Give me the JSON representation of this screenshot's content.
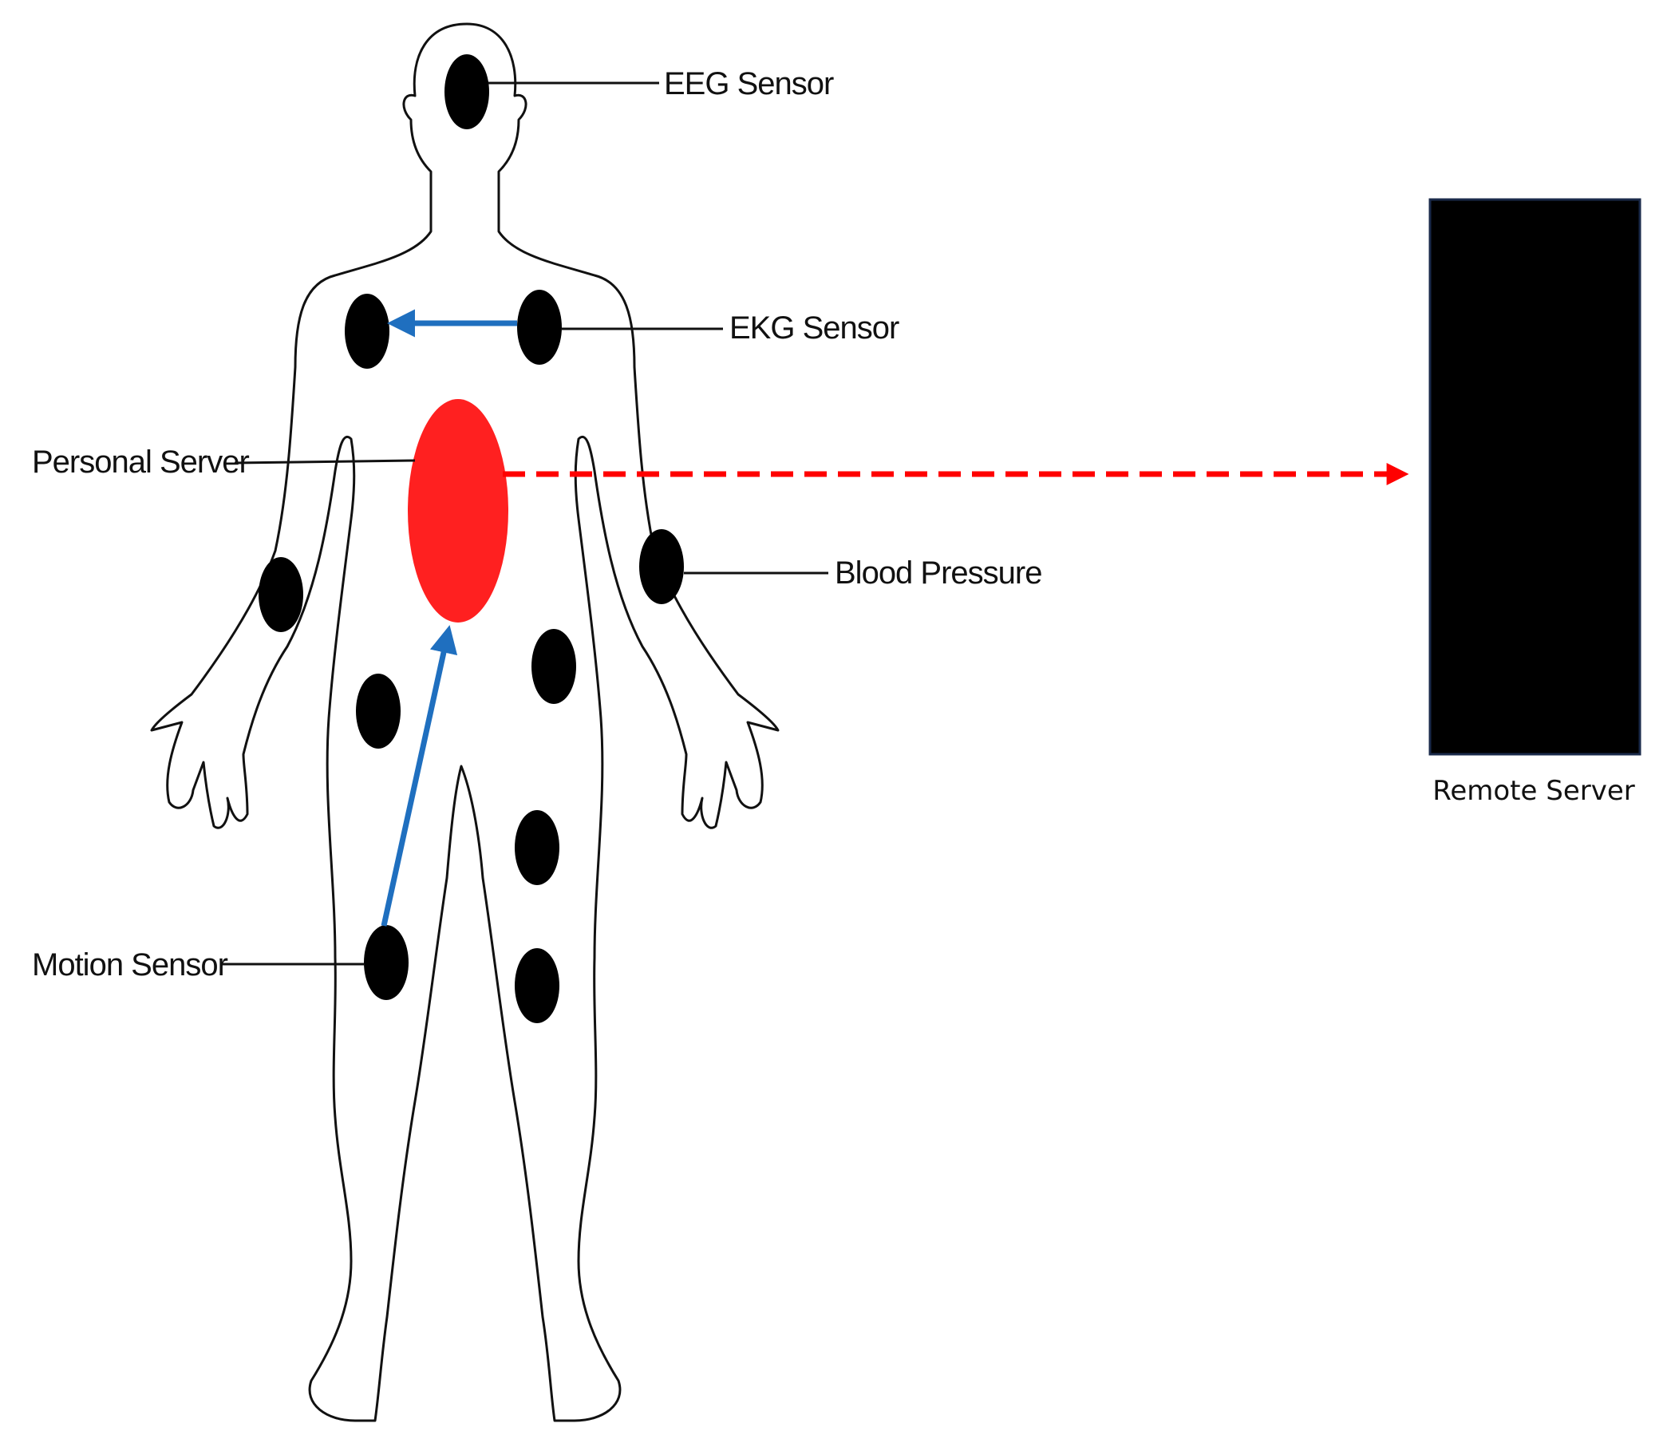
{
  "labels": {
    "eeg": "EEG Sensor",
    "ekg": "EKG Sensor",
    "personal_server": "Personal Server",
    "blood_pressure": "Blood Pressure",
    "motion": "Motion Sensor",
    "remote_server": "Remote Server"
  },
  "colors": {
    "sensor": "#000000",
    "personal_server": "#ff2020",
    "wireless_link": "#ff0000",
    "body_link": "#1f6fbf",
    "remote_server": "#000000"
  },
  "icons": {
    "person": "human-body-outline-icon",
    "server": "server-block-icon"
  }
}
